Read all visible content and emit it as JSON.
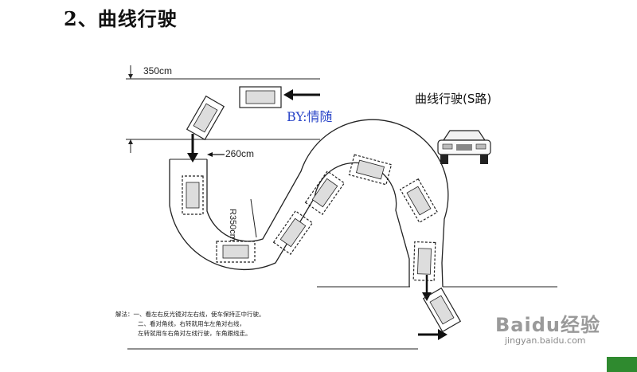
{
  "title": "2、曲线行驶",
  "diagram": {
    "title": "曲线行驶(S路)",
    "byline": "BY:情随",
    "dimensions": {
      "top_width": "350cm",
      "entry_width": "260cm",
      "radius": "R350cm"
    },
    "notes": {
      "line1": "解法：一、看左右反光镜对左右线，使车保持正中行驶。",
      "line2": "二、看对角线，右转就用车左角对右线，",
      "line3": "左转就用车右角对左线行驶，车角跟线走。"
    }
  },
  "watermark": {
    "main": "Baidu经验",
    "sub": "jingyan.baidu.com"
  }
}
